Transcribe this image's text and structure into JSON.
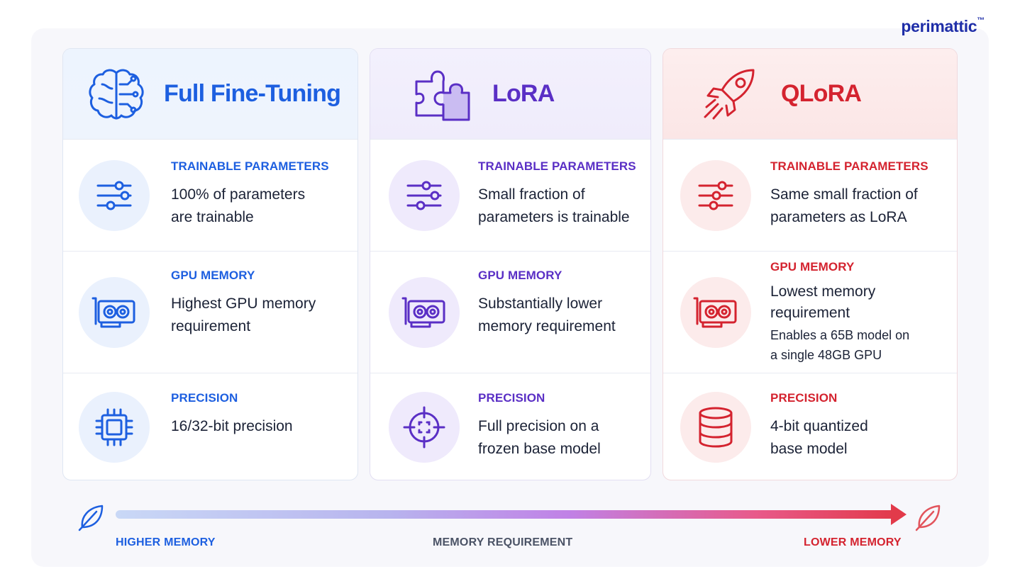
{
  "brand": {
    "name": "perimattic",
    "mark": "™"
  },
  "columns": [
    {
      "title": "Full Fine-Tuning",
      "header_icon": "brain-circuit-icon",
      "accent": "#1d5fe0",
      "rows": [
        {
          "icon": "sliders-icon",
          "label": "TRAINABLE PARAMETERS",
          "value_lines": [
            "100% of parameters",
            "are trainable"
          ]
        },
        {
          "icon": "gpu-card-icon",
          "label": "GPU MEMORY",
          "value_lines": [
            "Highest GPU memory",
            "requirement"
          ]
        },
        {
          "icon": "chip-icon",
          "label": "PRECISION",
          "value_lines": [
            "16/32-bit precision"
          ]
        }
      ]
    },
    {
      "title": "LoRA",
      "header_icon": "puzzle-piece-icon",
      "accent": "#5a2fc5",
      "rows": [
        {
          "icon": "sliders-icon",
          "label": "TRAINABLE PARAMETERS",
          "value_lines": [
            "Small fraction of",
            "parameters is trainable"
          ]
        },
        {
          "icon": "gpu-card-icon",
          "label": "GPU MEMORY",
          "value_lines": [
            "Substantially lower",
            "memory requirement"
          ]
        },
        {
          "icon": "crosshair-icon",
          "label": "PRECISION",
          "value_lines": [
            "Full precision on a",
            "frozen base model"
          ]
        }
      ]
    },
    {
      "title": "QLoRA",
      "header_icon": "rocket-icon",
      "accent": "#d4232f",
      "rows": [
        {
          "icon": "sliders-icon",
          "label": "TRAINABLE PARAMETERS",
          "value_lines": [
            "Same small fraction of",
            "parameters as LoRA"
          ]
        },
        {
          "icon": "gpu-card-icon",
          "label": "GPU MEMORY",
          "value_lines": [
            "Lowest memory",
            "requirement"
          ],
          "note_lines": [
            "Enables a 65B model on",
            "a single 48GB GPU"
          ]
        },
        {
          "icon": "database-icon",
          "label": "PRECISION",
          "value_lines": [
            "4-bit quantized",
            "base model"
          ]
        }
      ]
    }
  ],
  "scale": {
    "left_label": "HIGHER MEMORY",
    "middle_label": "MEMORY REQUIREMENT",
    "right_label": "LOWER MEMORY",
    "left_icon": "leaf-icon",
    "right_icon": "leaf-icon"
  }
}
